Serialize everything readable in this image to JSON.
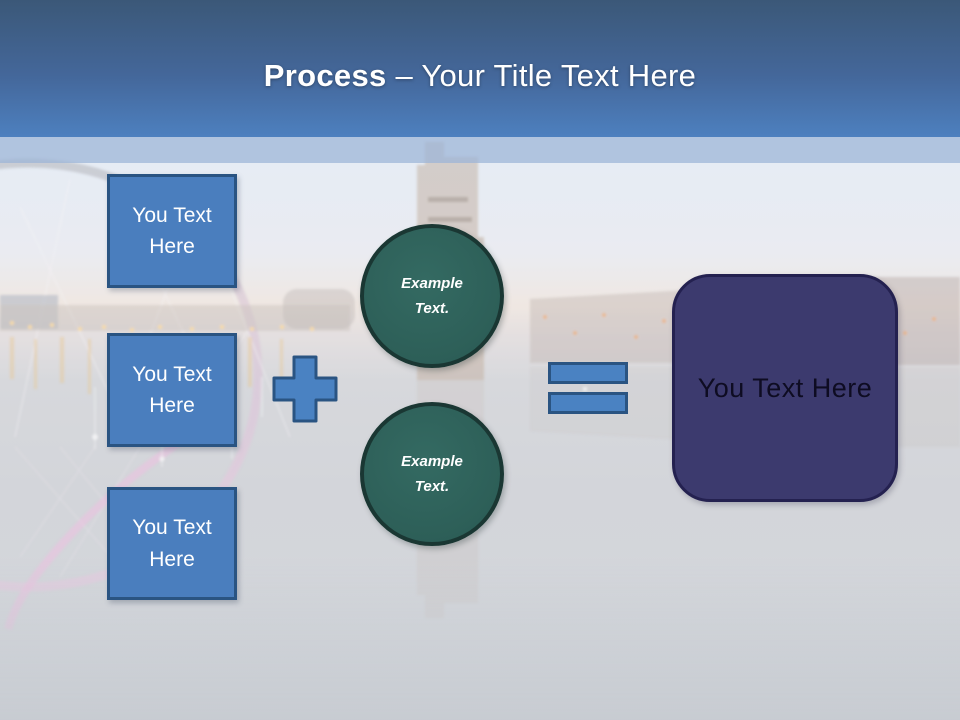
{
  "slide": {
    "title": {
      "bold": "Process",
      "rest": "– Your Title Text Here"
    },
    "background_photo": "city-skyline-arc-bridge-river-reflection-dusk"
  },
  "diagram": {
    "left_boxes": [
      {
        "label": "You Text Here"
      },
      {
        "label": "You Text Here"
      },
      {
        "label": "You Text Here"
      }
    ],
    "plus_icon": "plus",
    "circles": [
      {
        "label": "Example Text."
      },
      {
        "label": "Example Text."
      }
    ],
    "equals_icon": "equals",
    "result_box": {
      "label": "You Text Here"
    }
  },
  "colors": {
    "header_top": "#3b5878",
    "header_bottom": "#4d80bf",
    "box_fill": "#4a7ebe",
    "box_border": "#2a5482",
    "circle_fill": "#2d5f58",
    "circle_border": "#1a3733",
    "result_fill": "#3c3a6e",
    "result_border": "#242150",
    "title_text": "#ffffff",
    "box_text": "#ffffff",
    "circle_text": "#ffffff",
    "result_text": "#0e0c22"
  }
}
